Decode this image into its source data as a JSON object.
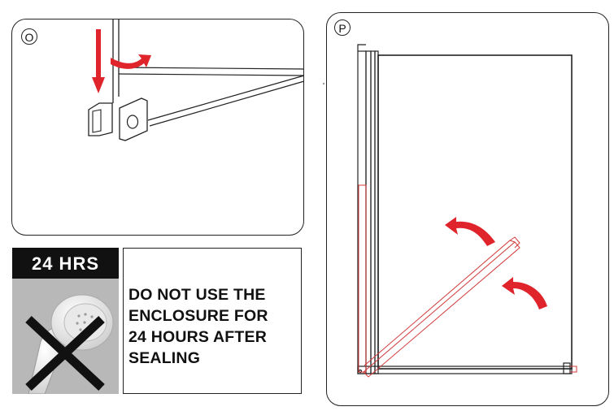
{
  "panel_o": {
    "step_label": "O"
  },
  "panel_p": {
    "step_label": "P"
  },
  "warning": {
    "header": "24 HRS",
    "message": "DO NOT USE THE\nENCLOSURE FOR\n24 HOURS AFTER\nSEALING"
  },
  "icons": {
    "arrow_down": "red-down-arrow-icon",
    "arrow_curved": "red-curved-arrow-icon",
    "shower_head": "shower-head-icon",
    "cross": "cross-mark-icon"
  },
  "colors": {
    "accent_red": "#e0242b",
    "outline": "#222222",
    "warning_bg": "#111111"
  }
}
